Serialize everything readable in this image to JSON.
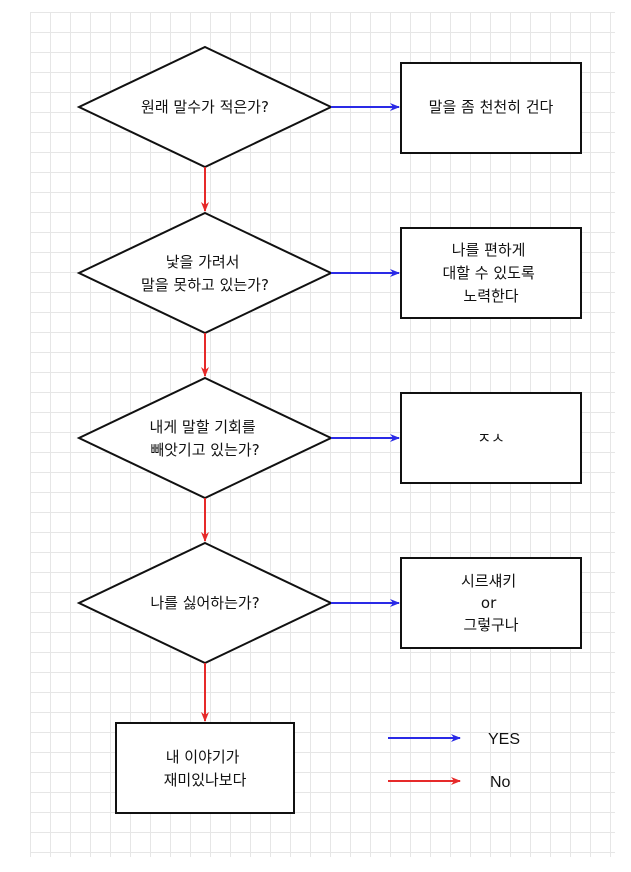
{
  "diamonds": [
    {
      "id": "q1",
      "lines": [
        "원래 말수가 적은가?"
      ]
    },
    {
      "id": "q2",
      "lines": [
        "낯을 가려서",
        "말을 못하고 있는가?"
      ]
    },
    {
      "id": "q3",
      "lines": [
        "내게 말할 기회를",
        "빼앗기고 있는가?"
      ]
    },
    {
      "id": "q4",
      "lines": [
        "나를 싫어하는가?"
      ]
    }
  ],
  "boxes": [
    {
      "id": "a1",
      "lines": [
        "말을 좀 천천히 건다"
      ]
    },
    {
      "id": "a2",
      "lines": [
        "나를 편하게",
        "대할 수 있도록",
        "노력한다"
      ]
    },
    {
      "id": "a3",
      "lines": [
        "ㅈㅅ"
      ]
    },
    {
      "id": "a4",
      "lines": [
        "시르섀키",
        "or",
        "그렇구나"
      ]
    }
  ],
  "final_box": {
    "lines": [
      "내 이야기가",
      "재미있나보다"
    ]
  },
  "legend": {
    "yes_label": "YES",
    "no_label": "No"
  },
  "colors": {
    "yes": "#2a2ae6",
    "no": "#e62a2a",
    "stroke": "#111111"
  }
}
